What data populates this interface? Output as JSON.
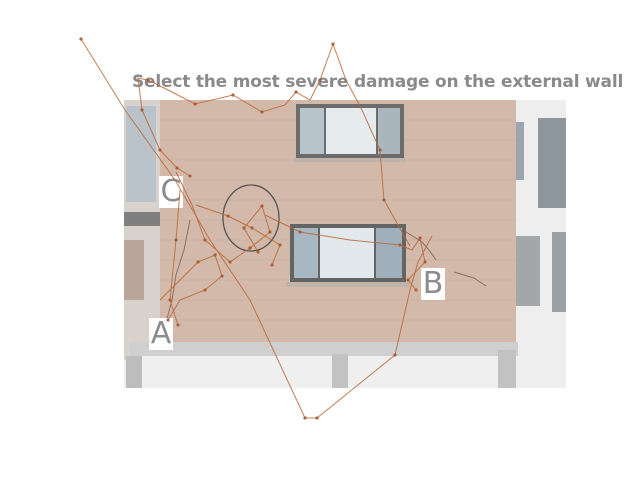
{
  "prompt": {
    "text": "Select the most severe damage on the external wall"
  },
  "labels": {
    "a": "A",
    "b": "B",
    "c": "C"
  },
  "colors": {
    "brick": "#c9a995",
    "trace": "#b8683a",
    "text": "#8a8a8a"
  }
}
